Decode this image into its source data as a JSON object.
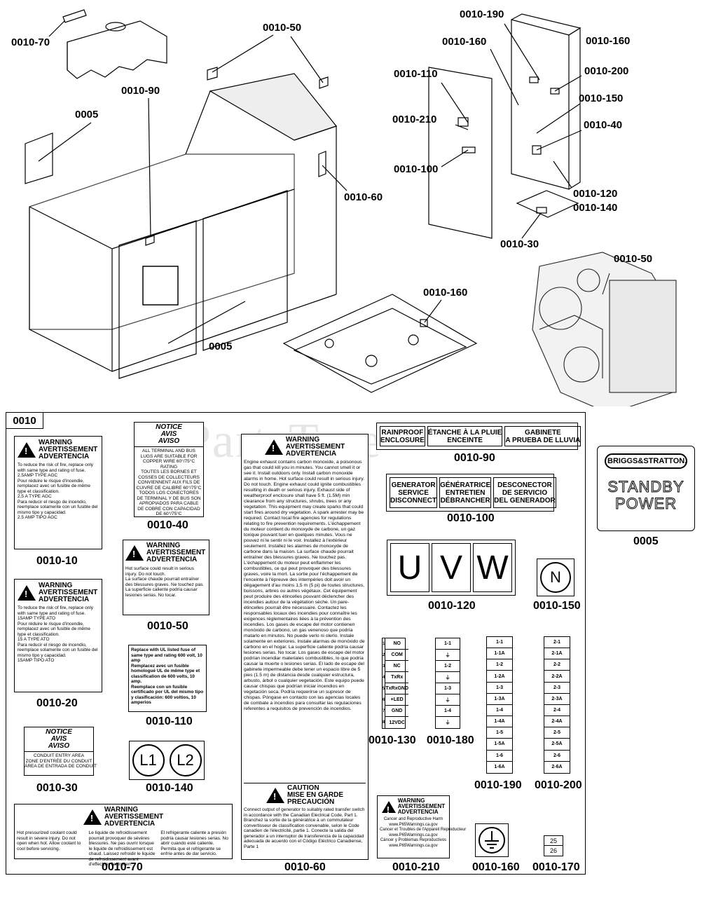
{
  "watermark": "PartsTree",
  "callouts": {
    "c_0010_70": "0010-70",
    "c_0010_50_top": "0010-50",
    "c_0010_90": "0010-90",
    "c_0005_a": "0005",
    "c_0010_60": "0010-60",
    "c_0005_b": "0005",
    "c_0010_190": "0010-190",
    "c_0010_160_a": "0010-160",
    "c_0010_160_b": "0010-160",
    "c_0010_110": "0010-110",
    "c_0010_200": "0010-200",
    "c_0010_150": "0010-150",
    "c_0010_210": "0010-210",
    "c_0010_40": "0010-40",
    "c_0010_100": "0010-100",
    "c_0010_120": "0010-120",
    "c_0010_140": "0010-140",
    "c_0010_30": "0010-30",
    "c_0010_50_eng": "0010-50",
    "c_0010_160_c": "0010-160"
  },
  "panel_id": "0010",
  "labels": {
    "l10": "0010-10",
    "l20": "0010-20",
    "l30": "0010-30",
    "l70": "0010-70",
    "l40": "0010-40",
    "l50": "0010-50",
    "l110": "0010-110",
    "l140": "0010-140",
    "l60": "0010-60",
    "l90": "0010-90",
    "l100": "0010-100",
    "l120": "0010-120",
    "l150": "0010-150",
    "l130": "0010-130",
    "l180": "0010-180",
    "l190": "0010-190",
    "l200": "0010-200",
    "l210": "0010-210",
    "l160": "0010-160",
    "l170": "0010-170",
    "l0005": "0005"
  },
  "decals": {
    "warn_hdr": "WARNING\nAVERTISSEMENT\nADVERTENCIA",
    "d10_body": "To reduce the risk of fire, replace only with same type and rating of fuse.\n2.5AMP TYPE AGC\nPour réduire le risque d'incendie, remplacez avec un fusible de même type et classification.\n2,5 A TYPE AGC\nPara reducir el riesgo de incendio, reemplace solamente con un fusible del mismo tipo y capacidad.\n2.5 AMP TIPO AGC",
    "d20_body": "To reduce the risk of fire, replace only with same type and rating of fuse.\n15AMP TYPE ATO\nPour réduire le risque d'incendie, remplacez avec un fusible de même type et classification.\n15 A TYPE ATO\nPara reducir el riesgo de incendio, reemplace solamente con un fusible del mismo tipo y capacidad.\n15AMP TIPO ATO",
    "notice_hdr": "NOTICE\nAVIS\nAVISO",
    "d30_body": "CONDUIT ENTRY AREA\nZONE D'ENTRÉE DU CONDUIT\nÁREA DE ENTRADA DE CONDUIT",
    "d40_body": "ALL TERMINAL AND BUS LUGS ARE SUITABLE FOR COPPER WIRE 60°/75°C RATING\nTOUTES LES BORNES ET COSSES DE COLLECTEURS CONVIENNENT AUX FILS DE CUIVRE DE CALIBRE 60°/75°C\nTODOS LOS CONECTORES DE TERMINAL Y DE BUS SON APROPIADOS PARA CABLE DE COBRE CON CAPACIDAD DE 60°/75°C",
    "d50_body": "Hot surface could result in serious injury. Do not touch.\nLa surface chaude pourrait entraîner des blessures graves. Ne touchez pas.\nLa superficie caliente podría causar lesiones serias. No tocar.",
    "d110_body": "Replace with UL listed fuse of same type and rating 600 volt, 10 amp\nRemplacez avec un fusible homologué UL de même type et classification de 600 volts, 10 amp.\nReemplace con un fusible certificado por UL del mismo tipo y clasificación: 600 voltios, 10 amperios",
    "d140_l1": "L1",
    "d140_l2": "L2",
    "d70_en": "Hot pressurized coolant could result in severe injury. Do not open when hot. Allow coolant to cool before servicing.",
    "d70_fr": "Le liquide de refroidissement pourrait provoquer de sévères blessures. Ne pas ouvrir lorsque le liquide de refroidissement est chaud. Laissez refroidir le liquide de refroidissement avant d'effectuer l'entretien.",
    "d70_es": "El refrigerante caliente a presión podría causar lesiones serias. No abrir cuando esté caliente. Permita que el refrigerante se enfríe antes de dar servicio.",
    "d60_body": "Engine exhaust contains carbon monoxide, a poisonous gas that could kill you in minutes. You cannot smell it or see it. Install outdoors only. Install carbon monoxide alarms in home. Hot surface could result in serious injury. Do not touch. Engine exhaust could ignite combustibles resulting in death or serious injury. Exhaust side of weatherproof enclosure shall have 5 ft. (1.5M) min clearance from any structures, shrubs, trees or any vegetation. This equipment may create sparks that could start fires around dry vegetation. A spark arrester may be required. Contact local fire agencies for regulations relating to fire prevention requirements. L'échappement du moteur contient du monoxyde de carbone, un gaz toxique pouvant tuer en quelques minutes. Vous ne pouvez ni le sentir ni le voir. Installez à l'extérieur seulement. Installez les alarmes de monoxyde de carbone dans la maison. La surface chaude pourrait entraîner des blessures graves. Ne touchez pas. L'échappement du moteur peut enflammer les combustibles, ce qui peut provoquer des blessures graves, voire la mort. La sortie pour l'échappement de l'enceinte à l'épreuve des intempéries doit avoir un dégagement d'au moins 1,5 m (5 pi) de toutes structures, buissons, arbres ou autres végétaux. Cet équipement peut produire des étincelles pouvant déclencher des incendies autour de la végétation sèche. Un pare-étincelles pourrait être nécessaire. Contactez les responsables locaux des incendies pour connaître les exigences réglementaires liées à la prévention des incendies. Los gases de escape del motor contienen monóxido de carbono, un gas venenoso que podría matarlo en minutos. No puede verlo ni olerlo. Instale solamente en exteriores. Instale alarmas de monóxido de carbono en el hogar. La superficie caliente podría causar lesiones serias. No tocar. Los gases de escape del motor podrían incendiar materiales combustibles, lo que podría causar la muerte o lesiones serias. El lado de escape del gabinete impermeable debe tener un espacio libre de 5 pies (1.5 m) de distancia desde cualquier estructura, arbusto, árbol o cualquier vegetación. Este equipo puede causar chispas que podrían iniciar incendios en vegetación seca. Podría requerirse un supresor de chispas. Póngase en contacto con las agencias locales de combate a incendios para consultar las regulaciones referentes a requisitos de prevención de incendios.",
    "caution_hdr": "CAUTION\nMISE EN GARDE\nPRECAUCIÓN",
    "d60_caution": "Connect output of generator to suitably rated transfer switch in accordance with the Canadian Electrical Code, Part 1. Branchez la sortie de la génératrice à un commutateur convertisseur de classification convenable, selon le Code canadien de l'électricité, partie 1. Conecte la salida del generador a un interruptor de transferencia de la capacidad adecuada de acuerdo con el Código Eléctrico Canadiense, Parte 1",
    "d90_c1": "RAINPROOF\nENCLOSURE",
    "d90_c2": "ÉTANCHE À LA PLUIE\nENCEINTE",
    "d90_c3": "GABINETE\nA PRUEBA DE LLUVIA",
    "d100_c1": "GENERATOR\nSERVICE\nDISCONNECT",
    "d100_c2": "GÉNÉRATRICE\nENTRETIEN\nDÉBRANCHER",
    "d100_c3": "DESCONECTOR\nDE SERVICIO\nDEL GENERADOR",
    "d120_u": "U",
    "d120_v": "V",
    "d120_w": "W",
    "d150_n": "N",
    "d130": [
      "NO",
      "COM",
      "NC",
      "TxRx",
      "TxRxGND",
      "+LED",
      "GND",
      "12VDC"
    ],
    "d130_nums": [
      "1",
      "2",
      "3",
      "4",
      "5",
      "6",
      "7",
      "8"
    ],
    "d180": [
      "1-1",
      "⏚",
      "1-2",
      "⏚",
      "1-3",
      "⏚",
      "1-4",
      "⏚"
    ],
    "d190": [
      "1-1",
      "1-1A",
      "1-2",
      "1-2A",
      "1-3",
      "1-3A",
      "1-4",
      "1-4A",
      "1-5",
      "1-5A",
      "1-6",
      "1-6A"
    ],
    "d200": [
      "2-1",
      "2-1A",
      "2-2",
      "2-2A",
      "2-3",
      "2-3A",
      "2-4",
      "2-4A",
      "2-5",
      "2-5A",
      "2-6",
      "2-6A"
    ],
    "d210_body": "Cancer and Reproductive Harm\nwww.P65Warnings.ca.gov\nCancer et Troubles de l'Appareil Reproducteur\nwww.P65Warnings.ca.gov\nCáncer y Problemas Reproductivos\nwww.P65Warnings.ca.gov",
    "d170": [
      "25",
      "26"
    ],
    "brand": "BRIGGS&STRATTON.",
    "standby": "STANDBY",
    "power": "POWER"
  }
}
